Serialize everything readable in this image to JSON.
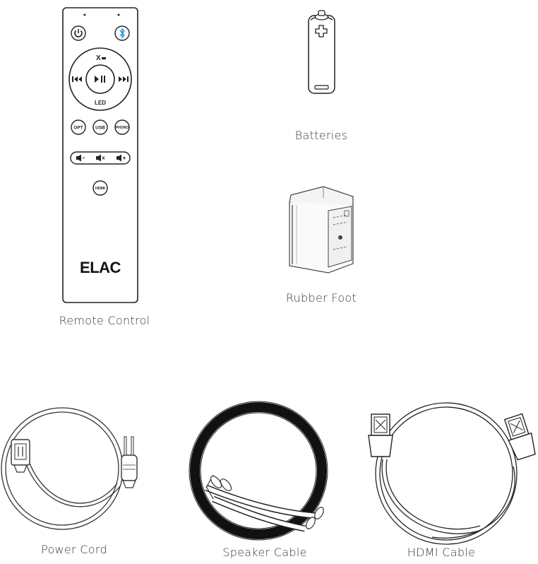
{
  "captions": {
    "remote": "Remote Control",
    "batteries": "Batteries",
    "rubber_foot": "Rubber Foot",
    "power_cord": "Power Cord",
    "speaker_cable": "Speaker Cable",
    "hdmi_cable": "HDMI Cable"
  },
  "remote": {
    "brand": "ELAC",
    "center_mark": "X",
    "led_label": "LED",
    "source_buttons": [
      "OPT",
      "USB",
      "PHONO"
    ],
    "hdmi_button": "HDMI"
  }
}
